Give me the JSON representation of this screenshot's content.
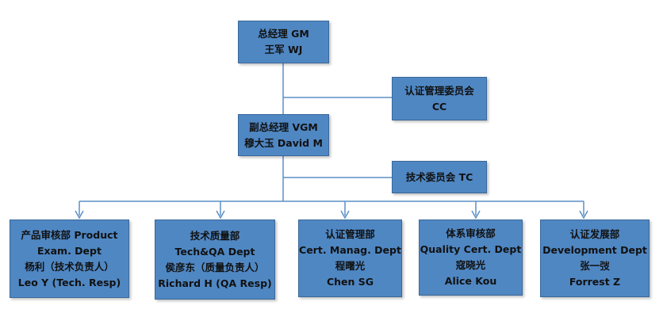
{
  "org_chart": {
    "gm": {
      "line1": "总经理  GM",
      "line2": "王军  WJ"
    },
    "cc": {
      "line1": "认证管理委员会",
      "line2": "CC"
    },
    "vgm": {
      "line1": "副总经理 VGM",
      "line2": "穆大玉 David M"
    },
    "tc": {
      "line1": "技术委员会  TC"
    },
    "departments": [
      {
        "lines": [
          "产品审核部 Product",
          "Exam. Dept",
          "杨利（技术负责人）",
          "Leo Y (Tech. Resp)"
        ]
      },
      {
        "lines": [
          "技术质量部",
          "Tech&QA Dept",
          "侯彦东（质量负责人）",
          "Richard H (QA Resp)"
        ]
      },
      {
        "lines": [
          "认证管理部",
          "Cert. Manag. Dept",
          "程曙光",
          "Chen SG"
        ]
      },
      {
        "lines": [
          "体系审核部",
          "Quality Cert. Dept",
          "寇晓光",
          "Alice Kou"
        ]
      },
      {
        "lines": [
          "认证发展部",
          "Development Dept",
          "张一弢",
          "Forrest Z"
        ]
      }
    ],
    "colors": {
      "box_fill": "#4f87c3",
      "box_border": "#3a6899",
      "connector": "#5b8fc7",
      "text": "#111111"
    }
  }
}
